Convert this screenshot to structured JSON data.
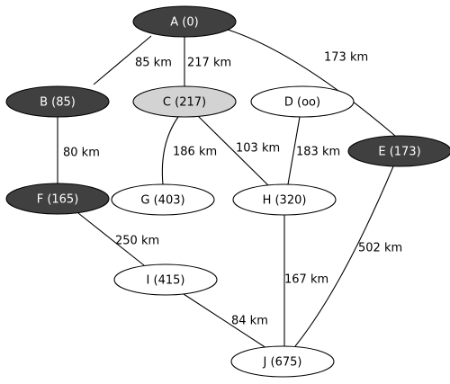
{
  "colors": {
    "visited_fill": "#404040",
    "visited_text": "#ffffff",
    "current_fill": "#d3d3d3",
    "current_text": "#000000",
    "unvisited_fill": "#ffffff",
    "unvisited_text": "#000000",
    "stroke": "#000000"
  },
  "nodes": [
    {
      "id": "A",
      "label": "A (0)",
      "state": "visited"
    },
    {
      "id": "B",
      "label": "B (85)",
      "state": "visited"
    },
    {
      "id": "C",
      "label": "C (217)",
      "state": "current"
    },
    {
      "id": "D",
      "label": "D (oo)",
      "state": "unvisited"
    },
    {
      "id": "E",
      "label": "E (173)",
      "state": "visited"
    },
    {
      "id": "F",
      "label": "F (165)",
      "state": "visited"
    },
    {
      "id": "G",
      "label": "G (403)",
      "state": "unvisited"
    },
    {
      "id": "H",
      "label": "H (320)",
      "state": "unvisited"
    },
    {
      "id": "I",
      "label": "I (415)",
      "state": "unvisited"
    },
    {
      "id": "J",
      "label": "J (675)",
      "state": "unvisited"
    }
  ],
  "edges": [
    {
      "from": "A",
      "to": "B",
      "label": "85 km"
    },
    {
      "from": "A",
      "to": "C",
      "label": "217 km"
    },
    {
      "from": "A",
      "to": "E",
      "label": "173 km"
    },
    {
      "from": "B",
      "to": "F",
      "label": "80 km"
    },
    {
      "from": "C",
      "to": "G",
      "label": "186 km"
    },
    {
      "from": "C",
      "to": "H",
      "label": "103 km"
    },
    {
      "from": "D",
      "to": "H",
      "label": "183 km"
    },
    {
      "from": "E",
      "to": "J",
      "label": "502 km"
    },
    {
      "from": "F",
      "to": "I",
      "label": "250 km"
    },
    {
      "from": "H",
      "to": "J",
      "label": "167 km"
    },
    {
      "from": "I",
      "to": "J",
      "label": "84 km"
    }
  ]
}
